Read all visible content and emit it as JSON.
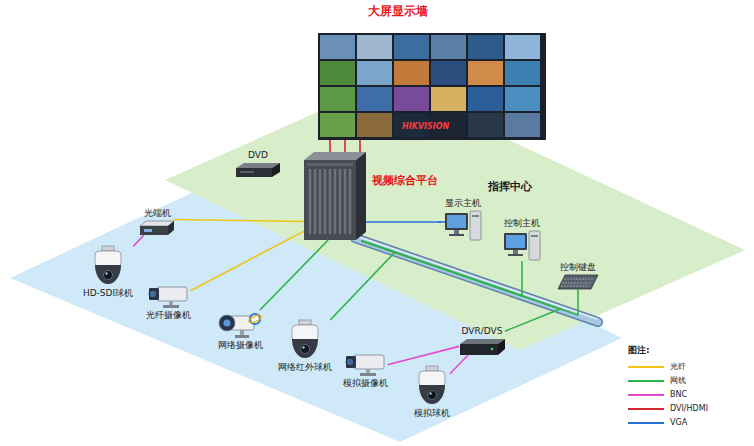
{
  "diagram": {
    "nodes": [
      {
        "text": [
          "大屏显示墙"
        ]
      },
      {
        "text": [
          "指挥中心"
        ]
      },
      {
        "text": [
          "DVD"
        ],
        "in": 1
      },
      {
        "text": [
          "视频综合平台"
        ],
        "in": 1
      },
      {
        "text": [
          "显示主机"
        ],
        "in": 1
      },
      {
        "text": [
          "控制主机"
        ],
        "in": 1
      },
      {
        "text": [
          "控制键盘"
        ],
        "in": 1
      },
      {
        "text": [
          "光端机"
        ]
      },
      {
        "text": [
          "HD-SDI球机"
        ]
      },
      {
        "text": [
          "光纤摄像机"
        ]
      },
      {
        "text": [
          "网络摄像机"
        ]
      },
      {
        "text": [
          "网络红外球机"
        ]
      },
      {
        "text": [
          "模拟摄像机"
        ]
      },
      {
        "text": [
          "DVR/DVS"
        ]
      },
      {
        "text": [
          "模拟球机"
        ]
      }
    ],
    "edges": [
      {
        "from": 8,
        "to": 7,
        "arrow": "none"
      },
      {
        "from": 7,
        "to": 3,
        "arrow": "none"
      },
      {
        "from": 9,
        "to": 3,
        "arrow": "none"
      },
      {
        "from": 10,
        "to": 3,
        "arrow": "none"
      },
      {
        "from": 11,
        "to": 3,
        "arrow": "none"
      },
      {
        "from": 12,
        "to": 13,
        "arrow": "none"
      },
      {
        "from": 14,
        "to": 13,
        "arrow": "none"
      },
      {
        "from": 13,
        "to": 3,
        "arrow": "none"
      },
      {
        "from": 4,
        "to": 3,
        "arrow": "none"
      },
      {
        "from": 5,
        "to": 3,
        "arrow": "none"
      },
      {
        "from": 6,
        "to": 3,
        "arrow": "none"
      },
      {
        "from": 3,
        "to": 0,
        "arrow": "none"
      }
    ],
    "labels": [
      "HIKVISION",
      "图注:"
    ],
    "legend": [
      {
        "text": "光纤",
        "color": "#f2c314"
      },
      {
        "text": "网线",
        "color": "#2db34a"
      },
      {
        "text": "BNC",
        "color": "#e24bd0"
      },
      {
        "text": "DVI/HDMI",
        "color": "#d7262f"
      },
      {
        "text": "VGA",
        "color": "#2a73d6"
      }
    ]
  }
}
